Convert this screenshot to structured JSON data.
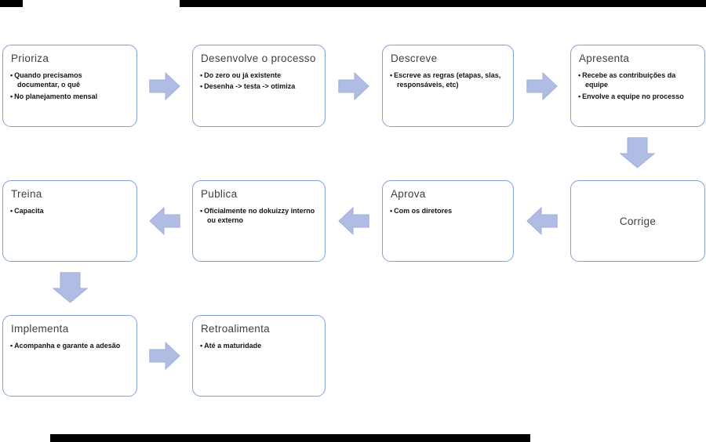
{
  "colors": {
    "background": "#ffffff",
    "box_border": "#7da2d9",
    "box_fill": "#ffffff",
    "arrow_fill": "#b0bce3",
    "title_text": "#404040",
    "bullet_text": "#141414",
    "artifact_bar": "#000000"
  },
  "boxes": [
    {
      "title": "Prioriza",
      "bullets": [
        "Quando precisamos documentar, o quê",
        "No planejamento mensal"
      ]
    },
    {
      "title": "Desenvolve o processo",
      "bullets": [
        "Do zero ou já existente",
        "Desenha -> testa -> otimiza"
      ]
    },
    {
      "title": "Descreve",
      "bullets": [
        "Escreve as regras (etapas, slas, responsáveis, etc)"
      ]
    },
    {
      "title": "Apresenta",
      "bullets": [
        "Recebe as contribuições da equipe",
        "Envolve a equipe no processo"
      ]
    },
    {
      "title": "Corrige",
      "bullets": []
    },
    {
      "title": "Aprova",
      "bullets": [
        "Com os diretores"
      ]
    },
    {
      "title": "Publica",
      "bullets": [
        "Oficialmente no dokuizzy interno ou externo"
      ]
    },
    {
      "title": "Treina",
      "bullets": [
        "Capacita"
      ]
    },
    {
      "title": "Implementa",
      "bullets": [
        "Acompanha e garante a adesão"
      ]
    },
    {
      "title": "Retroalimenta",
      "bullets": [
        "Até a maturidade"
      ]
    }
  ]
}
